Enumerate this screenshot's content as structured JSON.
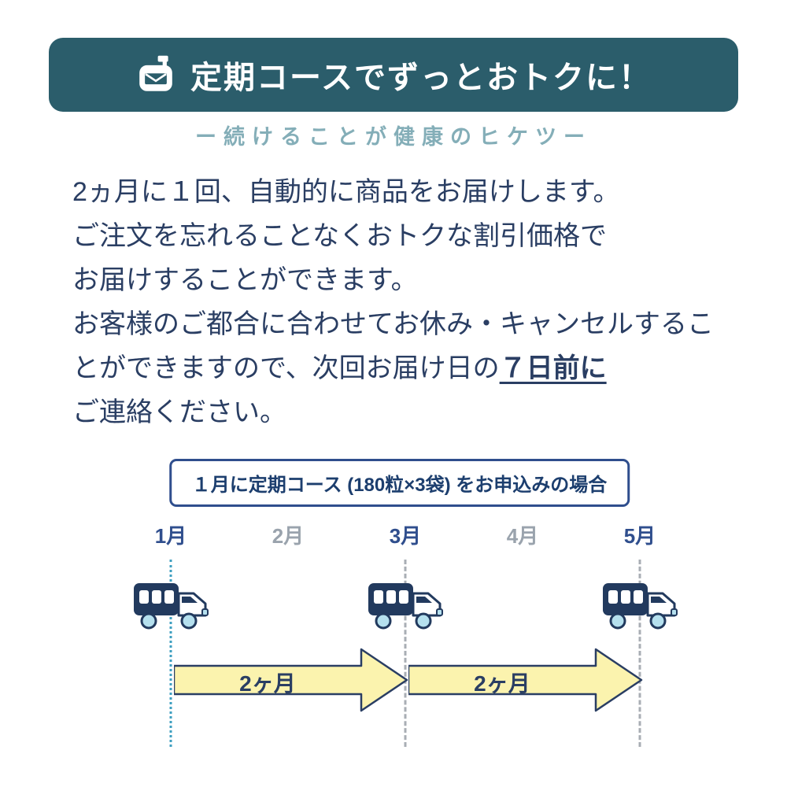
{
  "banner": {
    "title": "定期コースでずっとおトクに！",
    "icon": "mailbox-icon",
    "bg_color": "#2b5d6b"
  },
  "subtitle": "ー続けることが健康のヒケツー",
  "body": {
    "line1": "2ヵ月に１回、自動的に商品をお届けします。",
    "line2": "ご注文を忘れることなくおトクな割引価格で",
    "line3": "お届けすることができます。",
    "line4": "お客様のご都合に合わせてお休み・キャンセルするこ",
    "line5_pre": "とができますので、次回お届け日の",
    "line5_em": "７日前に",
    "line6": "ご連絡ください。",
    "text_color": "#2a3e63"
  },
  "diagram": {
    "caption": "１月に定期コース (180粒×3袋) をお申込みの場合",
    "months": [
      {
        "label": "1月",
        "highlight": true
      },
      {
        "label": "2月",
        "highlight": false
      },
      {
        "label": "3月",
        "highlight": true
      },
      {
        "label": "4月",
        "highlight": false
      },
      {
        "label": "5月",
        "highlight": true
      }
    ],
    "delivery_months": [
      "1月",
      "3月",
      "5月"
    ],
    "arrows": [
      {
        "label": "2ヶ月"
      },
      {
        "label": "2ヶ月"
      }
    ],
    "colors": {
      "caption_border": "#2f4e8d",
      "month_highlight": "#2f4e8d",
      "month_dim": "#9aa3ad",
      "line_start": "#3e9fc0",
      "line_gray": "#a9aeb4",
      "arrow_fill": "#fbf3ae",
      "truck_body": "#223a5e",
      "truck_wheel": "#b5e0ee"
    }
  }
}
